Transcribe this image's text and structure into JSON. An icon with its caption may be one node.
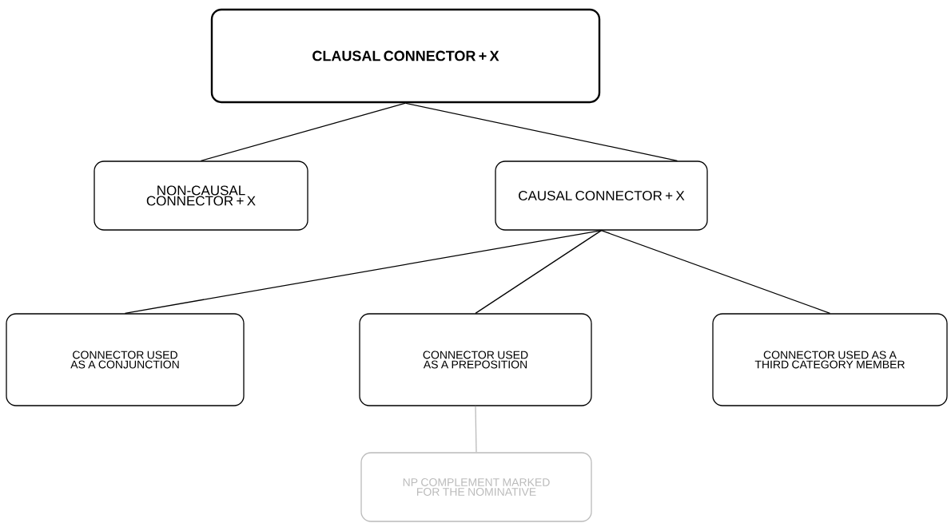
{
  "diagram": {
    "nodes": [
      {
        "text": [
          "CLAUSAL CONNECTOR + X"
        ]
      },
      {
        "text": [
          "NON-CAUSAL CONNECTOR + X"
        ]
      },
      {
        "text": [
          "CAUSAL CONNECTOR + X"
        ]
      },
      {
        "text": [
          "CONNECTOR USED AS A CONJUNCTION"
        ]
      },
      {
        "text": [
          "CONNECTOR USED AS A PREPOSITION"
        ]
      },
      {
        "text": [
          "CONNECTOR USED AS A THIRD CATEGORY MEMBER"
        ]
      },
      {
        "text": [
          "NP COMPLEMENT MARKED FOR THE NOMINATIVE"
        ]
      }
    ],
    "edges": [
      {
        "from": 0,
        "to": 1,
        "arrow": "none"
      },
      {
        "from": 0,
        "to": 2,
        "arrow": "none"
      },
      {
        "from": 2,
        "to": 3,
        "arrow": "none"
      },
      {
        "from": 2,
        "to": 4,
        "arrow": "none"
      },
      {
        "from": 2,
        "to": 5,
        "arrow": "none"
      },
      {
        "from": 4,
        "to": 6,
        "arrow": "none",
        "color": "#bbbbbb"
      }
    ]
  }
}
